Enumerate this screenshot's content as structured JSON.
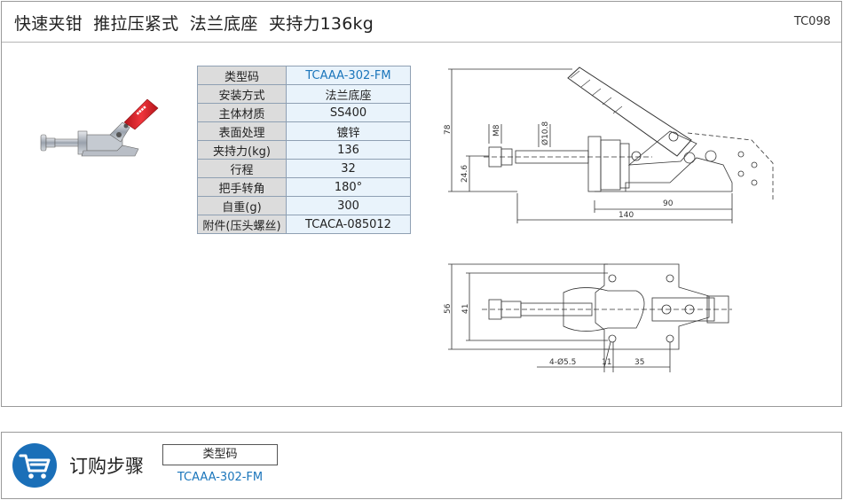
{
  "header": {
    "title": "快速夹钳  推拉压紧式  法兰底座  夹持力136kg",
    "code": "TC098"
  },
  "specs": [
    {
      "label": "类型码",
      "value": "TCAAA-302-FM"
    },
    {
      "label": "安装方式",
      "value": "法兰底座"
    },
    {
      "label": "主体材质",
      "value": "SS400"
    },
    {
      "label": "表面处理",
      "value": "镀锌"
    },
    {
      "label": "夹持力(kg)",
      "value": "136"
    },
    {
      "label": "行程",
      "value": "32"
    },
    {
      "label": "把手转角",
      "value": "180°"
    },
    {
      "label": "自重(g)",
      "value": "300"
    },
    {
      "label": "附件(压头螺丝)",
      "value": "TCACA-085012"
    }
  ],
  "side_view": {
    "dim_height": "78",
    "dim_base": "24.6",
    "dim_thread": "M8",
    "dim_diameter": "Ø10.8",
    "dim_length_inner": "90",
    "dim_length_total": "140"
  },
  "top_view": {
    "dim_width_outer": "56",
    "dim_width_inner": "41",
    "dim_holes": "4-Ø5.5",
    "dim_offset": "11",
    "dim_spacing": "35"
  },
  "order": {
    "title": "订购步骤",
    "code_header": "类型码",
    "code_value": "TCAAA-302-FM"
  },
  "colors": {
    "accent_blue": "#1a75bb",
    "handle_red": "#e0262c",
    "badge_blue": "#1a6fb8"
  }
}
